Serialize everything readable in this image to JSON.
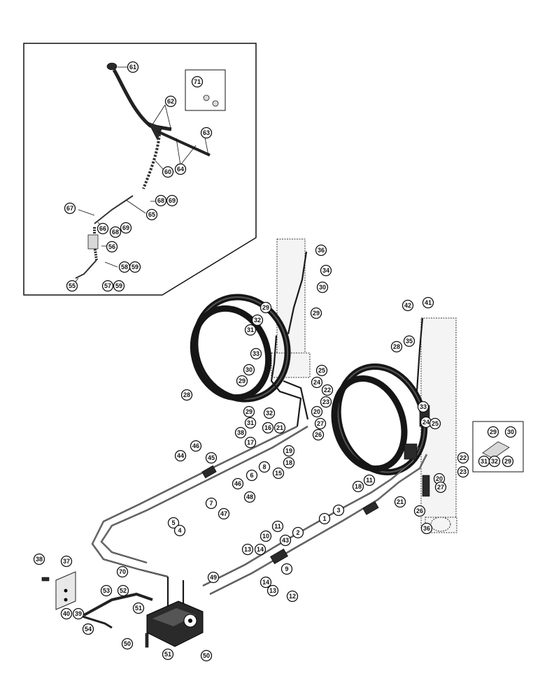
{
  "diagram": {
    "callouts": [
      "1",
      "2",
      "3",
      "4",
      "5",
      "6",
      "7",
      "8",
      "9",
      "10",
      "11",
      "12",
      "13",
      "14",
      "15",
      "16",
      "17",
      "18",
      "19",
      "20",
      "21",
      "22",
      "23",
      "24",
      "25",
      "26",
      "27",
      "28",
      "29",
      "30",
      "31",
      "32",
      "33",
      "34",
      "35",
      "36",
      "37",
      "38",
      "39",
      "40",
      "41",
      "42",
      "43",
      "44",
      "45",
      "46",
      "47",
      "48",
      "49",
      "50",
      "51",
      "52",
      "53",
      "54",
      "55",
      "56",
      "57",
      "58",
      "59",
      "60",
      "61",
      "62",
      "63",
      "64",
      "65",
      "66",
      "67",
      "68",
      "69",
      "70",
      "71"
    ]
  }
}
